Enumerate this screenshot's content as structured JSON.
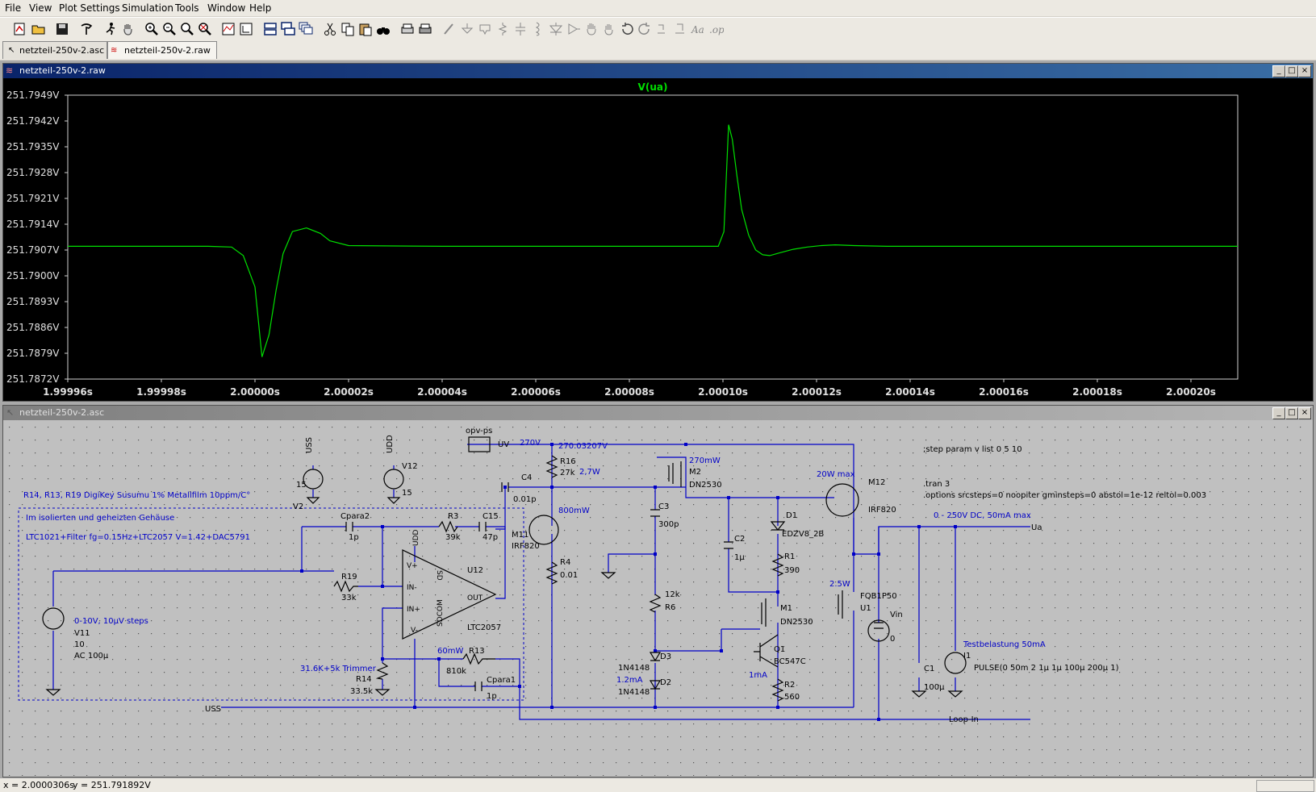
{
  "menu": [
    "File",
    "View",
    "Plot Settings",
    "Simulation",
    "Tools",
    "Window",
    "Help"
  ],
  "toolbar": {
    "icons": [
      "new-schematic-icon",
      "open-icon",
      "save-icon",
      "control-panel-icon",
      "run-icon",
      "halt-icon",
      "zoom-in-icon",
      "zoom-out-icon",
      "zoom-fit-icon",
      "zoom-cancel-icon",
      "autorange-icon",
      "plot-settings-icon",
      "tile-horizontal-icon",
      "tile-vertical-icon",
      "cascade-icon",
      "cut-icon",
      "copy-icon",
      "paste-icon",
      "find-icon",
      "print-setup-icon",
      "print-icon",
      "wire-icon",
      "ground-icon",
      "label-icon",
      "resistor-icon",
      "capacitor-icon",
      "inductor-icon",
      "diode-icon",
      "component-icon",
      "move-icon",
      "drag-icon",
      "undo-icon",
      "redo-icon",
      "rotate-icon",
      "mirror-icon",
      "text-icon",
      "spice-directive-icon"
    ]
  },
  "tabs": [
    {
      "label": "netzteil-250v-2.asc"
    },
    {
      "label": "netzteil-250v-2.raw"
    }
  ],
  "plot_window": {
    "title": "netzteil-250v-2.raw",
    "trace_label": "V(ua)",
    "trace_color": "#00e000"
  },
  "chart_data": {
    "type": "line",
    "title": "V(ua)",
    "xlabel": "",
    "ylabel": "",
    "xlim": [
      1.99996,
      2.00021
    ],
    "ylim": [
      251.7872,
      251.7949
    ],
    "x_ticks": [
      "1.99996s",
      "1.99998s",
      "2.00000s",
      "2.00002s",
      "2.00004s",
      "2.00006s",
      "2.00008s",
      "2.00010s",
      "2.00012s",
      "2.00014s",
      "2.00016s",
      "2.00018s",
      "2.00020s"
    ],
    "x_tick_values": [
      1.99996,
      1.99998,
      2.0,
      2.00002,
      2.00004,
      2.00006,
      2.00008,
      2.0001,
      2.00012,
      2.00014,
      2.00016,
      2.00018,
      2.0002
    ],
    "y_ticks": [
      "251.7949V",
      "251.7942V",
      "251.7935V",
      "251.7928V",
      "251.7921V",
      "251.7914V",
      "251.7907V",
      "251.7900V",
      "251.7893V",
      "251.7886V",
      "251.7879V",
      "251.7872V"
    ],
    "y_tick_values": [
      251.7949,
      251.7942,
      251.7935,
      251.7928,
      251.7921,
      251.7914,
      251.7907,
      251.79,
      251.7893,
      251.7886,
      251.7879,
      251.7872
    ],
    "series": [
      {
        "name": "V(ua)",
        "color": "#00e000",
        "x": [
          1.99996,
          1.99999,
          1.999995,
          1.9999975,
          2.0,
          2.0000015,
          2.000003,
          2.0000045,
          2.000006,
          2.000008,
          2.000011,
          2.000014,
          2.000016,
          2.00002,
          2.00004,
          2.00006,
          2.00008,
          2.000099,
          2.0001002,
          2.0001012,
          2.000102,
          2.000103,
          2.000104,
          2.0001055,
          2.000107,
          2.0001085,
          2.00011,
          2.000112,
          2.000115,
          2.000118,
          2.000121,
          2.000124,
          2.000128,
          2.000135,
          2.00016,
          2.00021
        ],
        "y": [
          251.7908,
          251.7908,
          251.79078,
          251.79055,
          251.7897,
          251.7878,
          251.7884,
          251.7896,
          251.7906,
          251.7912,
          251.7913,
          251.79115,
          251.79095,
          251.79082,
          251.7908,
          251.7908,
          251.7908,
          251.7908,
          251.7912,
          251.7941,
          251.7937,
          251.7927,
          251.7918,
          251.7911,
          251.7907,
          251.79057,
          251.79055,
          251.79062,
          251.79072,
          251.79078,
          251.79082,
          251.79084,
          251.79082,
          251.7908,
          251.7908,
          251.7908
        ]
      }
    ]
  },
  "schematic_window": {
    "title": "netzteil-250v-2.asc",
    "texts": {
      "vss_supply": "USS",
      "vss_val": "15",
      "v2": "V2",
      "vdd_supply": "UDD",
      "v12": "V12",
      "v12_val": "15",
      "opvps": "opv-ps",
      "uv": "UV",
      "v270": "270V",
      "v270_op": "270.03207V",
      "r16": "R16",
      "r16_val": "27k",
      "p27w": "2,7W",
      "c4": "C4",
      "c4_val": "0.01p",
      "p800": "800mW",
      "m11": "M11",
      "m11_val": "IRF820",
      "r4": "R4",
      "r4_val": "0.01",
      "p270": "270mW",
      "m2": "M2",
      "m2_val": "DN2530",
      "c3": "C3",
      "c3_val": "300p",
      "p20w": "20W max",
      "m12": "M12",
      "m12_val": "IRF820",
      "d1": "D1",
      "d1_val": "EDZV8_2B",
      "c2": "C2",
      "c2_val": "1µ",
      "r1": "R1",
      "r1_val": "390",
      "p25w": "2.5W",
      "u1": "U1",
      "u1_val": "FQB1P50",
      "m1": "M1",
      "m1_val": "DN2530",
      "q1": "Q1",
      "q1_val": "BC547C",
      "r6_val": "12k",
      "r6": "R6",
      "d3": "D3",
      "d3_val": "1N4148",
      "i12": "1.2mA",
      "d2": "D2",
      "d2_val": "1N4148",
      "i1ma": "1mA",
      "r2": "R2",
      "r2_val": "560",
      "vin": "Vin",
      "vin_val": "0",
      "range": "0 - 250V DC, 50mA max",
      "ua": "Ua",
      "c1": "C1",
      "c1_val": "100µ",
      "testload": "Testbelastung 50mA",
      "i1": "I1",
      "i1_val": "PULSE(0 50m 2 1µ 1µ 100µ 200µ 1)",
      "loopin": "Loop-In",
      "step": ";step param v list 0 5 10",
      "tran": ".tran 3",
      "options": ".options srcsteps=0 noopiter gminsteps=0 abstol=1e-12 reltol=0.003",
      "note1": "R14, R13, R19 DigiKey Susumu 1% Metallfilm 10ppm/C°",
      "note2": "Im isolierten und geheizten Gehäuse",
      "note3": "LTC1021+Filter fg=0.15Hz+LTC2057 V=1.42+DAC5791",
      "cpara2": "Cpara2",
      "cpara2_val": "1p",
      "r3": "R3",
      "r3_val": "39k",
      "c15": "C15",
      "c15_val": "47p",
      "r19": "R19",
      "r19_val": "33k",
      "u12": "U12",
      "u12_val": "LTC2057",
      "opa_vp": "V+",
      "opa_inm": "IN-",
      "opa_inp": "IN+",
      "opa_vm": "V-",
      "opa_out": "OUT",
      "opa_sd": "SD",
      "opa_sdcom": "SDCOM",
      "opa_udd": "UDD",
      "v11_desc": "0-10V, 10µV steps",
      "v11": "V11",
      "v11_val": "10",
      "v11_ac": "AC 100µ",
      "p60": "60mW",
      "r13": "R13",
      "r13_val": "810k",
      "cpara1": "Cpara1",
      "cpara1_val": "1p",
      "trim": "31.6K+5k Trimmer",
      "r14": "R14",
      "r14_val": "33.5k",
      "uss": "USS"
    }
  },
  "status": {
    "x": "x = 2.0000306s",
    "y": "y = 251.791892V"
  }
}
